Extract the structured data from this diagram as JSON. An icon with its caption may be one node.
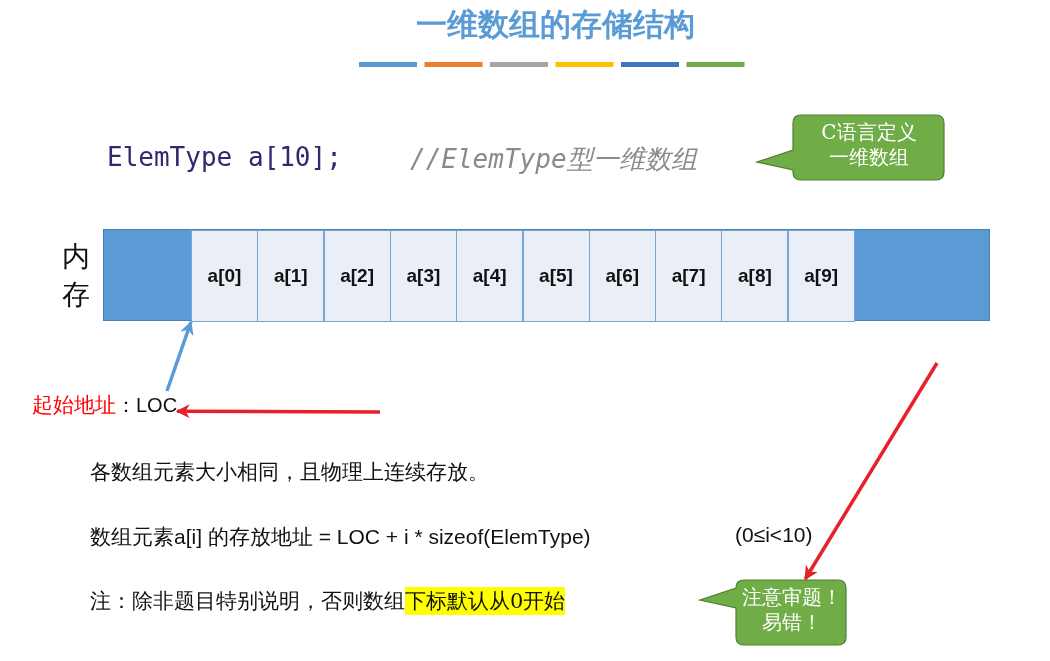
{
  "diagram": {
    "title": "一维数组的存储结构",
    "nodes": [
      {
        "text": [
          "内存"
        ]
      },
      {
        "text": [
          "a[0]"
        ],
        "in": 0
      },
      {
        "text": [
          "a[1]"
        ],
        "in": 0
      },
      {
        "text": [
          "a[2]"
        ],
        "in": 0
      },
      {
        "text": [
          "a[3]"
        ],
        "in": 0
      },
      {
        "text": [
          "a[4]"
        ],
        "in": 0
      },
      {
        "text": [
          "a[5]"
        ],
        "in": 0
      },
      {
        "text": [
          "a[6]"
        ],
        "in": 0
      },
      {
        "text": [
          "a[7]"
        ],
        "in": 0
      },
      {
        "text": [
          "a[8]"
        ],
        "in": 0
      },
      {
        "text": [
          "a[9]"
        ],
        "in": 0
      },
      {
        "text": [
          "起始地址",
          "：LOC"
        ]
      },
      {
        "text": [
          "C语言定义一维数组"
        ]
      },
      {
        "text": [
          "注意审题！易错！"
        ]
      }
    ],
    "edges": [
      {
        "from": 11,
        "to": 1,
        "arrow": "to",
        "color": "#5b9bd5"
      },
      {
        "from": null,
        "to": 11,
        "arrow": "to",
        "color": "#e8202a"
      },
      {
        "from": null,
        "to": 13,
        "arrow": "to",
        "color": "#e8202a"
      }
    ],
    "labels": [
      "ElemType a[10];",
      "//ElemType型一维数组",
      "各数组元素大小相同，且物理上连续存放。",
      "数组元素a[i] 的存放地址 = LOC + i * sizeof(ElemType)",
      "(0≤i<10)",
      "注：除非题目特别说明，否则数组",
      "下标默认从0开始"
    ]
  }
}
